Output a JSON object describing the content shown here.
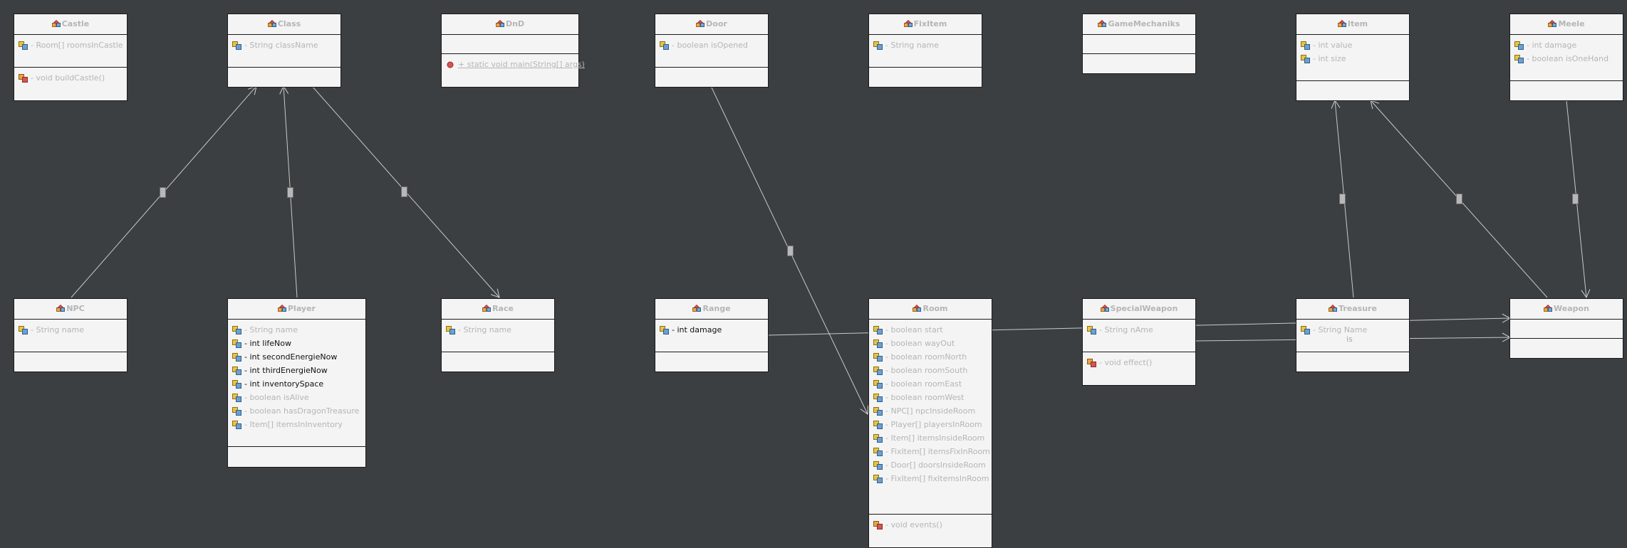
{
  "classes": [
    {
      "id": "castle",
      "name": "Castle",
      "sections": [
        [
          {
            "text": "- Room[] roomsInCastle",
            "icon": "field-icon"
          }
        ],
        [
          {
            "text": "- void buildCastle()",
            "icon": "method-icon"
          }
        ]
      ]
    },
    {
      "id": "class",
      "name": "Class",
      "sections": [
        [
          {
            "text": "- String className",
            "icon": "field-icon"
          }
        ],
        []
      ]
    },
    {
      "id": "dnd",
      "name": "DnD",
      "sections": [
        [],
        [
          {
            "text": "+ static void main(String[] args)",
            "icon": "static-method-icon",
            "style": "under"
          }
        ]
      ]
    },
    {
      "id": "door",
      "name": "Door",
      "sections": [
        [
          {
            "text": "- boolean isOpened",
            "icon": "field-icon"
          }
        ],
        []
      ]
    },
    {
      "id": "fixitem",
      "name": "FixItem",
      "sections": [
        [
          {
            "text": "- String name",
            "icon": "field-icon"
          }
        ],
        []
      ]
    },
    {
      "id": "gamemechaniks",
      "name": "GameMechaniks",
      "sections": [
        [],
        []
      ]
    },
    {
      "id": "item",
      "name": "Item",
      "sections": [
        [
          {
            "text": "- int value",
            "icon": "field-icon"
          },
          {
            "text": "- int size",
            "icon": "field-icon"
          }
        ],
        []
      ]
    },
    {
      "id": "meele",
      "name": "Meele",
      "sections": [
        [
          {
            "text": "- int damage",
            "icon": "field-icon"
          },
          {
            "text": "- boolean isOneHand",
            "icon": "field-icon"
          }
        ],
        []
      ]
    },
    {
      "id": "npc",
      "name": "NPC",
      "sections": [
        [
          {
            "text": "- String name",
            "icon": "field-icon"
          }
        ],
        []
      ]
    },
    {
      "id": "player",
      "name": "Player",
      "sections": [
        [
          {
            "text": "- String name",
            "icon": "field-icon"
          },
          {
            "text": "- int lifeNow",
            "icon": "field-icon",
            "style": "dark"
          },
          {
            "text": "- int secondEnergieNow",
            "icon": "field-icon",
            "style": "dark"
          },
          {
            "text": "- int thirdEnergieNow",
            "icon": "field-icon",
            "style": "dark"
          },
          {
            "text": "- int inventorySpace",
            "icon": "field-icon",
            "style": "dark"
          },
          {
            "text": "- boolean isAlive",
            "icon": "field-icon"
          },
          {
            "text": "- boolean hasDragonTreasure",
            "icon": "field-icon"
          },
          {
            "text": "- Item[] itemsInInventory",
            "icon": "field-icon"
          }
        ],
        []
      ]
    },
    {
      "id": "race",
      "name": "Race",
      "sections": [
        [
          {
            "text": "- String name",
            "icon": "field-icon"
          }
        ],
        []
      ]
    },
    {
      "id": "range",
      "name": "Range",
      "sections": [
        [
          {
            "text": "- int damage",
            "icon": "field-icon",
            "style": "dark"
          }
        ],
        []
      ]
    },
    {
      "id": "room",
      "name": "Room",
      "sections": [
        [
          {
            "text": "- boolean start",
            "icon": "field-icon"
          },
          {
            "text": "- boolean wayOut",
            "icon": "field-icon"
          },
          {
            "text": "- boolean roomNorth",
            "icon": "field-icon"
          },
          {
            "text": "- boolean roomSouth",
            "icon": "field-icon"
          },
          {
            "text": "- boolean roomEast",
            "icon": "field-icon"
          },
          {
            "text": "- boolean roomWest",
            "icon": "field-icon"
          },
          {
            "text": "- NPC[] npcInsideRoom",
            "icon": "field-icon"
          },
          {
            "text": "- Player[] playersInRoom",
            "icon": "field-icon"
          },
          {
            "text": "- Item[] itemsInsideRoom",
            "icon": "field-icon"
          },
          {
            "text": "- FixItem[] itemsFixInRoom",
            "icon": "field-icon"
          },
          {
            "text": "- Door[] doorsInsideRoom",
            "icon": "field-icon"
          },
          {
            "text": "- FixItem[] fixItemsInRoom",
            "icon": "field-icon"
          }
        ],
        [
          {
            "text": "- void events()",
            "icon": "method-icon"
          }
        ]
      ]
    },
    {
      "id": "specialweapon",
      "name": "SpecialWeapon",
      "sections": [
        [
          {
            "text": "- String nAme",
            "icon": "field-icon"
          }
        ],
        [
          {
            "text": "- void effect()",
            "icon": "method-icon"
          }
        ]
      ]
    },
    {
      "id": "treasure",
      "name": "Treasure",
      "sections": [
        [
          {
            "text": "- String Name",
            "icon": "field-icon"
          }
        ],
        []
      ]
    },
    {
      "id": "weapon",
      "name": "Weapon",
      "sections": [
        [],
        []
      ]
    }
  ],
  "edge_labels": [
    {
      "text": "is"
    }
  ],
  "colors": {
    "background": "#3b3f42",
    "class_fill": "#f4f4f4",
    "class_border": "#1a1a1a",
    "muted_text": "#b5b5b5",
    "dark_text": "#101010",
    "edge": "#c8c8c8"
  }
}
